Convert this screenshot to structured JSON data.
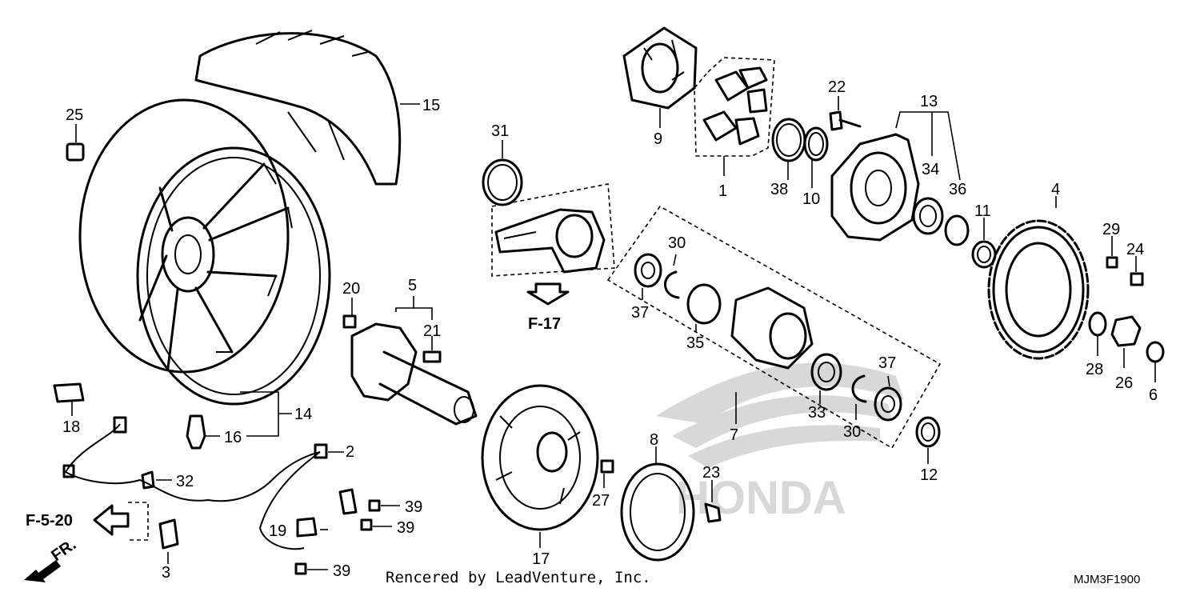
{
  "callouts": [
    {
      "id": "c1",
      "label": "1"
    },
    {
      "id": "c2",
      "label": "2"
    },
    {
      "id": "c3",
      "label": "3"
    },
    {
      "id": "c4",
      "label": "4"
    },
    {
      "id": "c5",
      "label": "5"
    },
    {
      "id": "c6",
      "label": "6"
    },
    {
      "id": "c7",
      "label": "7"
    },
    {
      "id": "c8",
      "label": "8"
    },
    {
      "id": "c9",
      "label": "9"
    },
    {
      "id": "c10",
      "label": "10"
    },
    {
      "id": "c11",
      "label": "11"
    },
    {
      "id": "c12",
      "label": "12"
    },
    {
      "id": "c13",
      "label": "13"
    },
    {
      "id": "c14",
      "label": "14"
    },
    {
      "id": "c15",
      "label": "15"
    },
    {
      "id": "c16",
      "label": "16"
    },
    {
      "id": "c17",
      "label": "17"
    },
    {
      "id": "c18",
      "label": "18"
    },
    {
      "id": "c19",
      "label": "19"
    },
    {
      "id": "c20",
      "label": "20"
    },
    {
      "id": "c21",
      "label": "21"
    },
    {
      "id": "c22",
      "label": "22"
    },
    {
      "id": "c23",
      "label": "23"
    },
    {
      "id": "c24",
      "label": "24"
    },
    {
      "id": "c25",
      "label": "25"
    },
    {
      "id": "c26",
      "label": "26"
    },
    {
      "id": "c27",
      "label": "27"
    },
    {
      "id": "c28",
      "label": "28"
    },
    {
      "id": "c29",
      "label": "29"
    },
    {
      "id": "c30a",
      "label": "30"
    },
    {
      "id": "c30b",
      "label": "30"
    },
    {
      "id": "c31",
      "label": "31"
    },
    {
      "id": "c32",
      "label": "32"
    },
    {
      "id": "c33",
      "label": "33"
    },
    {
      "id": "c34",
      "label": "34"
    },
    {
      "id": "c35",
      "label": "35"
    },
    {
      "id": "c36",
      "label": "36"
    },
    {
      "id": "c37a",
      "label": "37"
    },
    {
      "id": "c37b",
      "label": "37"
    },
    {
      "id": "c38",
      "label": "38"
    },
    {
      "id": "c39a",
      "label": "39"
    },
    {
      "id": "c39b",
      "label": "39"
    },
    {
      "id": "c39c",
      "label": "39"
    }
  ],
  "references": {
    "f17": "F-17",
    "f520": "F-5-20",
    "front": "FR."
  },
  "watermark_text": "HONDA",
  "credit": "Rencered by LeadVenture, Inc.",
  "figure_code": "MJM3F1900",
  "colors": {
    "line": "#000000",
    "watermark": "#d8d8d8",
    "background": "#ffffff"
  }
}
